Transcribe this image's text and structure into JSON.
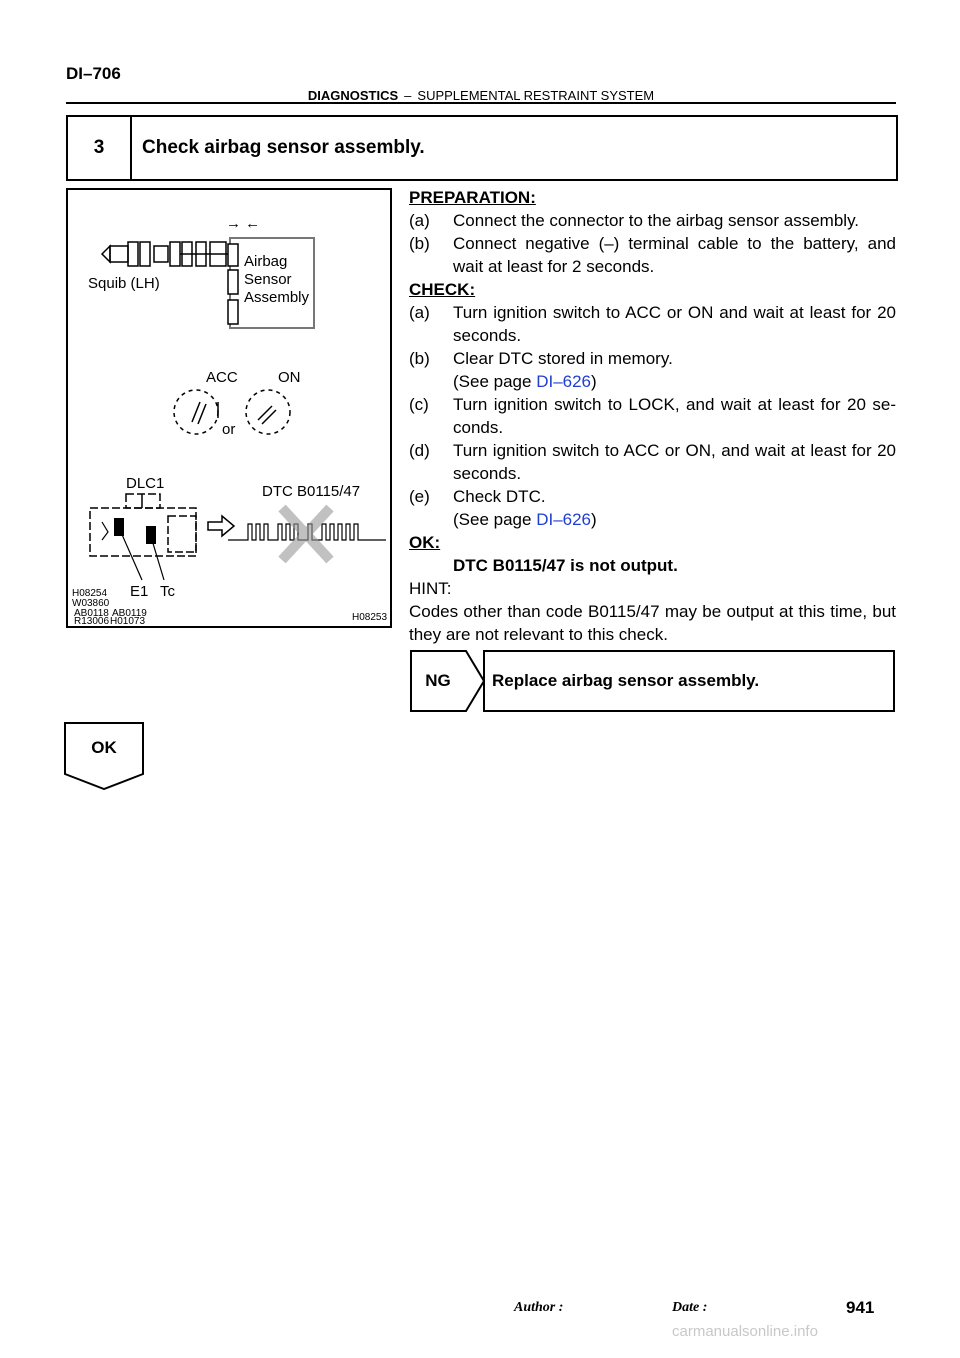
{
  "header": {
    "page_code": "DI–706",
    "section": "DIAGNOSTICS",
    "separator": "–",
    "subsection": "SUPPLEMENTAL RESTRAINT SYSTEM"
  },
  "step": {
    "number": "3",
    "title": "Check airbag sensor assembly."
  },
  "figure": {
    "arrows": "→ ←",
    "squib_label": "Squib (LH)",
    "sensor_label_1": "Airbag",
    "sensor_label_2": "Sensor",
    "sensor_label_3": "Assembly",
    "acc_label": "ACC",
    "on_label": "ON",
    "or_label": "or",
    "dlc_label": "DLC1",
    "dtc_label": "DTC B0115/47",
    "e1_label": "E1",
    "tc_label": "Tc",
    "codes": [
      "H08254",
      "W03860",
      "AB0118",
      "AB0119",
      "R13006",
      "H01073"
    ],
    "fig_id": "H08253"
  },
  "content": {
    "preparation_heading": "PREPARATION:",
    "prep_a_letter": "(a)",
    "prep_a_text": "Connect the connector to the airbag sensor assembly.",
    "prep_b_letter": "(b)",
    "prep_b_text": "Connect negative (–) terminal cable to the battery, and wait at least for 2 seconds.",
    "check_heading": "CHECK:",
    "check_a_letter": "(a)",
    "check_a_text": "Turn ignition switch to ACC or ON and wait at least for 20 seconds.",
    "check_b_letter": "(b)",
    "check_b_text": "Clear DTC stored in memory.",
    "check_b_ref_prefix": "(See page ",
    "check_b_ref_link": "DI–626",
    "check_b_ref_suffix": ")",
    "check_c_letter": "(c)",
    "check_c_text": "Turn ignition switch to LOCK, and wait at least for 20 se- conds.",
    "check_d_letter": "(d)",
    "check_d_text": "Turn ignition switch to ACC or ON, and wait at least for 20 seconds.",
    "check_e_letter": "(e)",
    "check_e_text": "Check DTC.",
    "check_e_ref_prefix": "(See page ",
    "check_e_ref_link": "DI–626",
    "check_e_ref_suffix": ")",
    "ok_heading": "OK:",
    "ok_text": "DTC B0115/47 is not output.",
    "hint_heading": "HINT:",
    "hint_text": "Codes other than code B0115/47 may be output at this time, but they are not relevant to this check."
  },
  "ng": {
    "label": "NG",
    "action": "Replace airbag sensor assembly."
  },
  "ok_flow": {
    "label": "OK"
  },
  "footer": {
    "author": "Author :",
    "date": "Date :",
    "page": "941",
    "watermark": "carmanualsonline.info"
  }
}
